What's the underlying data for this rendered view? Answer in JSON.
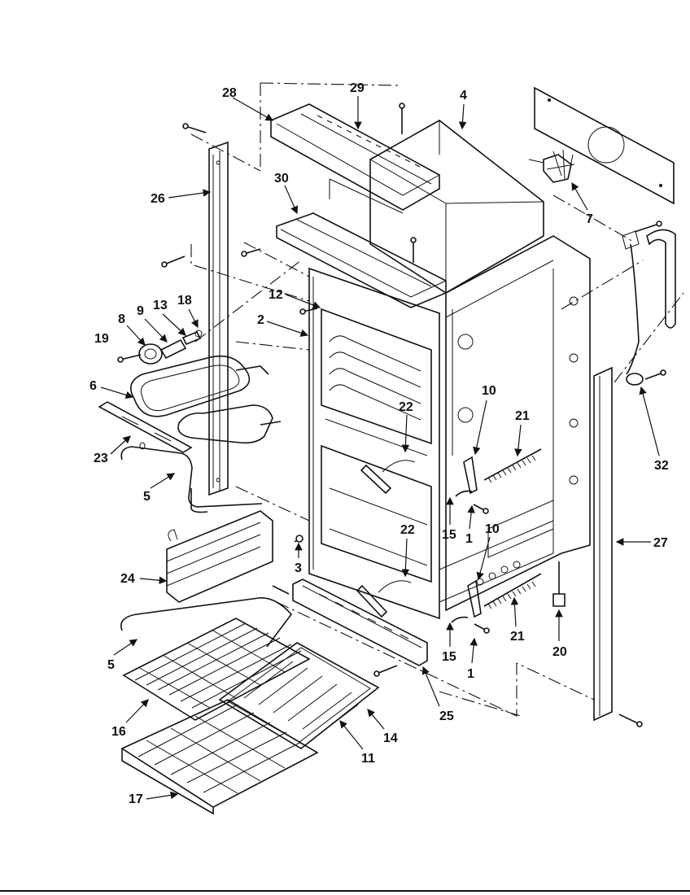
{
  "diagram": {
    "callouts": [
      "28",
      "29",
      "4",
      "26",
      "30",
      "7",
      "12",
      "2",
      "8",
      "9",
      "13",
      "18",
      "19",
      "6",
      "22",
      "10",
      "21",
      "23",
      "32",
      "5",
      "15",
      "1",
      "24",
      "3",
      "27",
      "20",
      "16",
      "14",
      "11",
      "25",
      "17"
    ]
  }
}
